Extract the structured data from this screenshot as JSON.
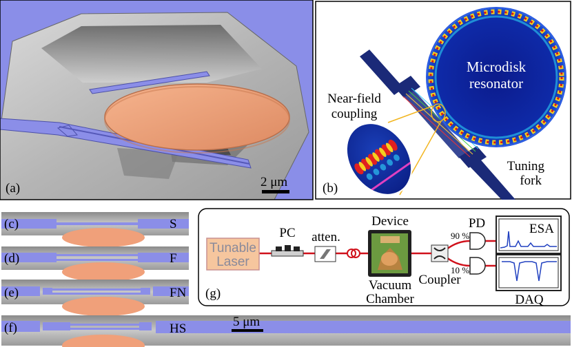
{
  "panels": {
    "a": {
      "label": "(a)",
      "scale_text": "2 μm"
    },
    "b": {
      "label": "(b)",
      "resonator_line1": "Microdisk",
      "resonator_line2": "resonator",
      "coupling_line1": "Near-field",
      "coupling_line2": "coupling",
      "fork_line1": "Tuning",
      "fork_line2": "fork"
    },
    "strips": [
      {
        "label": "(c)",
        "tag": "S"
      },
      {
        "label": "(d)",
        "tag": "F"
      },
      {
        "label": "(e)",
        "tag": "FN"
      },
      {
        "label": "(f)",
        "tag": "HS"
      }
    ],
    "f_scale_text": "5 μm",
    "g": {
      "label": "(g)",
      "laser_line1": "Tunable",
      "laser_line2": "Laser",
      "pc": "PC",
      "atten": "atten.",
      "device": "Device",
      "chamber_line1": "Vacuum",
      "chamber_line2": "Chamber",
      "coupler": "Coupler",
      "split_high": "90 %",
      "split_low": "10 %",
      "pd": "PD",
      "esa": "ESA",
      "daq": "DAQ"
    }
  },
  "colors": {
    "waveguide": "#8b8ee8",
    "disk": "#f0a07a",
    "fiber": "#d0101a",
    "resonator_edge": "#12297a",
    "fork": "#1b2a78",
    "laser_fill": "#f6c69e",
    "yellow": "#f2b51f"
  }
}
